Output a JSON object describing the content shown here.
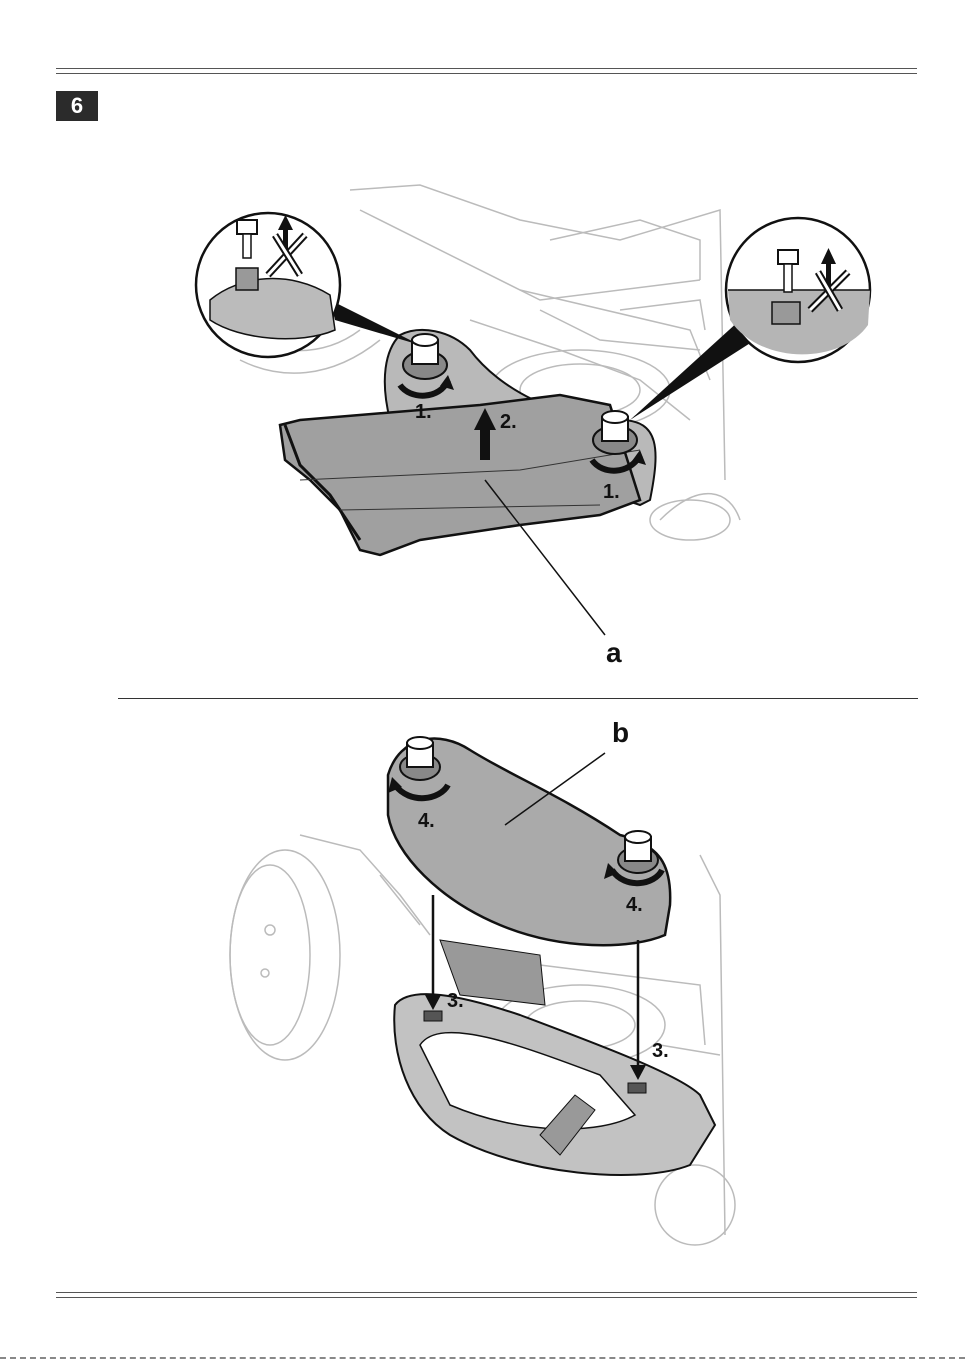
{
  "step": "6",
  "figure_top": {
    "callouts": [
      "1.",
      "2.",
      "1."
    ],
    "part_letter": "a"
  },
  "figure_bottom": {
    "callouts": [
      "4.",
      "4.",
      "3.",
      "3."
    ],
    "part_letter": "b"
  }
}
